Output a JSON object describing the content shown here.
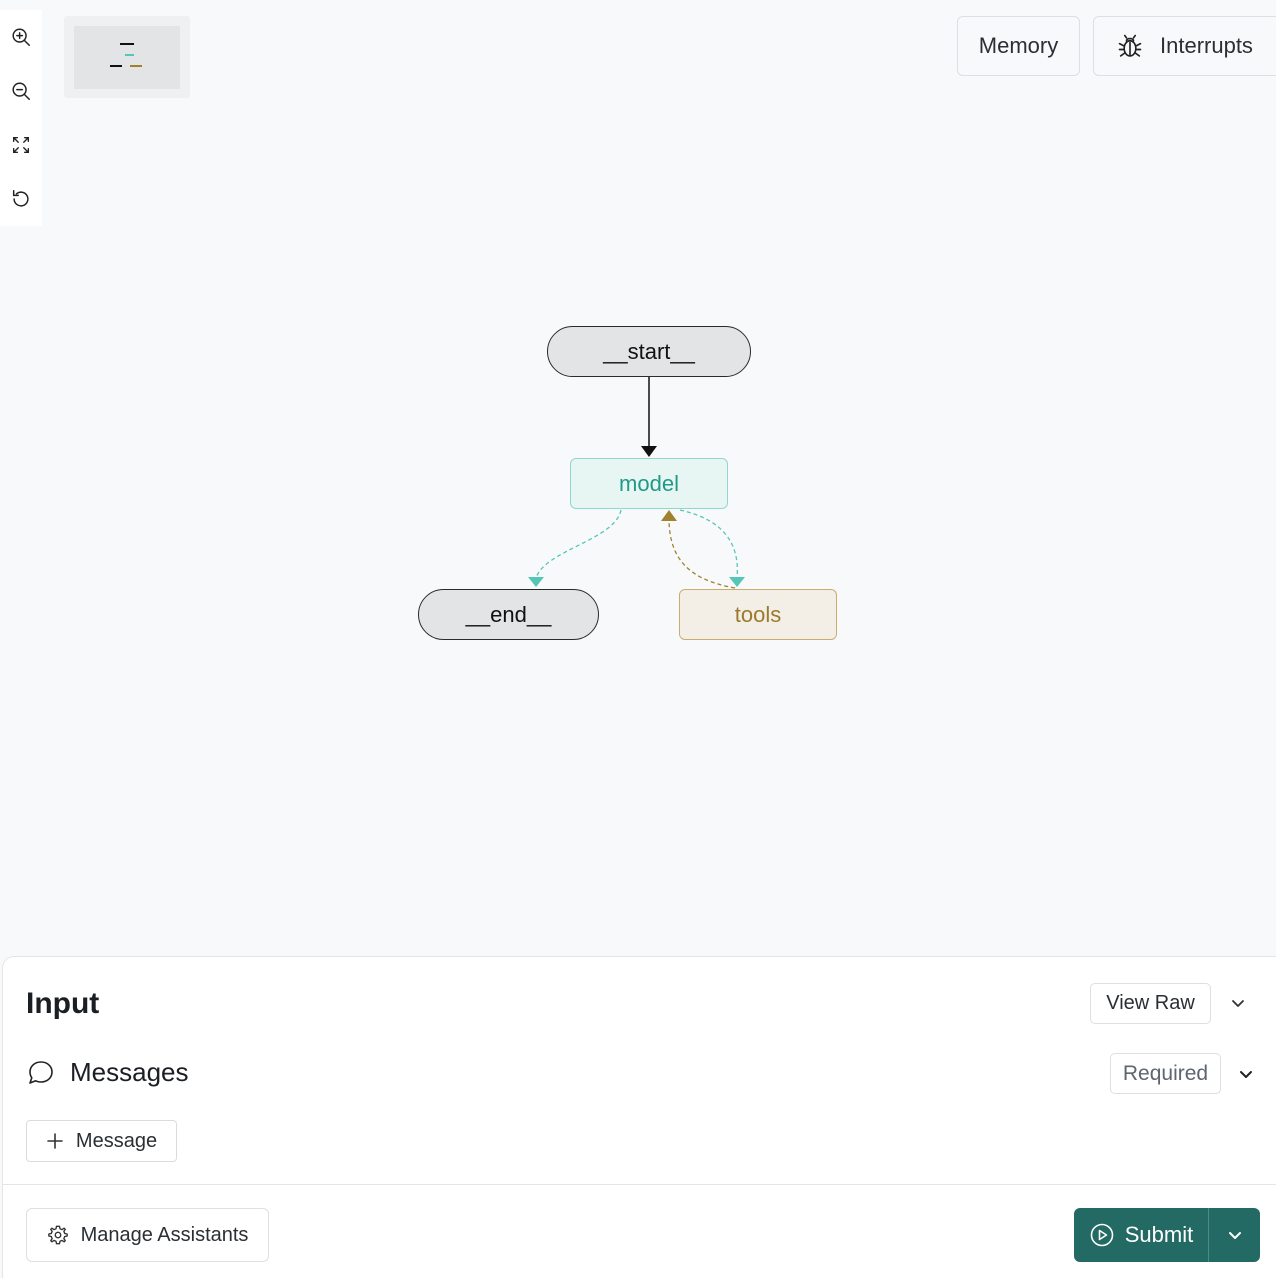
{
  "toolbar": {
    "zoom_in_icon": "zoom-in-icon",
    "zoom_out_icon": "zoom-out-icon",
    "fit_view_icon": "expand-icon",
    "reset_icon": "reset-icon"
  },
  "header": {
    "memory_label": "Memory",
    "interrupts_label": "Interrupts"
  },
  "graph": {
    "nodes": {
      "start": "__start__",
      "model": "model",
      "end": "__end__",
      "tools": "tools"
    },
    "colors": {
      "model_accent": "#1f9a88",
      "tools_accent": "#9b7b2a",
      "edge_dark": "#111111",
      "edge_teal": "#56c7b6",
      "edge_gold": "#a0822e"
    }
  },
  "input_panel": {
    "title": "Input",
    "view_raw_label": "View Raw",
    "messages_label": "Messages",
    "required_label": "Required",
    "add_message_label": "Message",
    "manage_assistants_label": "Manage Assistants",
    "submit_label": "Submit",
    "submit_color": "#226a63"
  }
}
